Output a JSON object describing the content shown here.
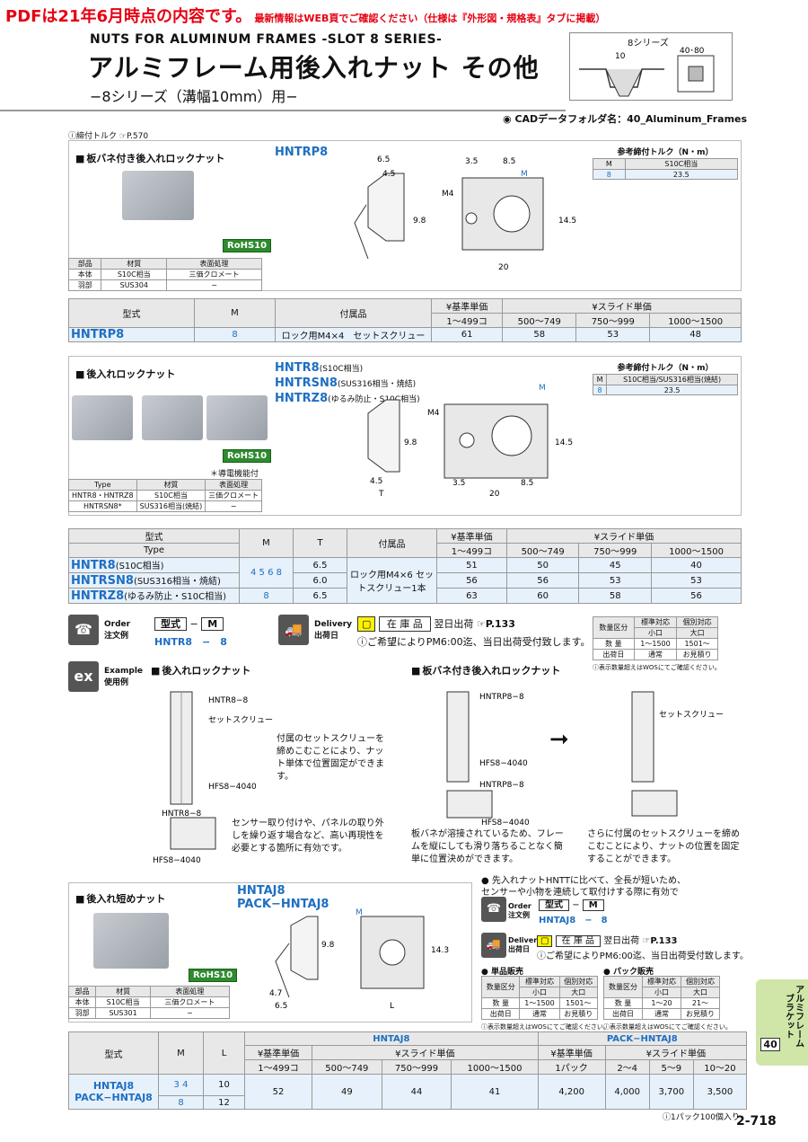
{
  "banner": {
    "big": "PDFは21年6月時点の内容です。",
    "small": "最新情報はWEB頁でご確認ください（仕様は『外形図・規格表』タブに掲載）"
  },
  "header": {
    "en": "NUTS FOR ALUMINUM FRAMES -SLOT 8 SERIES-",
    "jp": "アルミフレーム用後入れナット その他",
    "sub": "−8シリーズ（溝幅10mm）用−",
    "series_label": "8シリーズ",
    "dim1": "10",
    "dim2": "40･80"
  },
  "cad": "CADデータフォルダ名：40_Aluminum_Frames",
  "torque_note": "締付トルク",
  "torque_page": "P.570",
  "s1": {
    "title": "板バネ付き後入れロックナット",
    "pn": "HNTRP8",
    "rohs": "RoHS10",
    "mat_headers": [
      "部品",
      "材質",
      "表面処理"
    ],
    "mat_rows": [
      [
        "本体",
        "S10C相当",
        "三価クロメート"
      ],
      [
        "羽部",
        "SUS304",
        "−"
      ]
    ],
    "torque_title": "参考締付トルク（N・m）",
    "torque_headers": [
      "M",
      "S10C相当"
    ],
    "torque_row": [
      "8",
      "23.5"
    ],
    "dims": [
      "6.5",
      "4.5",
      "3.5",
      "8.5",
      "M",
      "M4",
      "9.8",
      "14.5",
      "20"
    ],
    "price_headers": [
      "型式",
      "M",
      "付属品",
      "¥基準単価",
      "¥スライド単価"
    ],
    "qty": [
      "1〜499コ",
      "500〜749",
      "750〜999",
      "1000〜1500"
    ],
    "row": [
      "HNTRP8",
      "8",
      "ロック用M4×4　セットスクリュー",
      "61",
      "58",
      "53",
      "48"
    ]
  },
  "s2": {
    "title": "後入れロックナット",
    "pn1": "HNTR8",
    "pn1n": "(S10C相当)",
    "pn2": "HNTRSN8",
    "pn2n": "(SUS316相当・焼結)",
    "pn3": "HNTRZ8",
    "pn3n": "(ゆるみ防止・S10C相当)",
    "rohs": "RoHS10",
    "note": "＊導電機能付",
    "mat_headers": [
      "Type",
      "材質",
      "表面処理"
    ],
    "mat_rows": [
      [
        "HNTR8・HNTRZ8",
        "S10C相当",
        "三価クロメート"
      ],
      [
        "HNTRSN8*",
        "SUS316相当(焼結)",
        "−"
      ]
    ],
    "torque_title": "参考締付トルク（N・m）",
    "torque_headers": [
      "M",
      "S10C相当/SUS316相当(焼結)"
    ],
    "torque_row": [
      "8",
      "23.5"
    ],
    "dims": [
      "M",
      "M4",
      "9.8",
      "14.5",
      "4.5",
      "T",
      "3.5",
      "8.5",
      "20"
    ],
    "price_headers": [
      "型式",
      "Type",
      "M",
      "T",
      "付属品",
      "¥基準単価",
      "¥スライド単価"
    ],
    "qty": [
      "1〜499コ",
      "500〜749",
      "750〜999",
      "1000〜1500"
    ],
    "m_vals": "4 5 6 8",
    "m8": "8",
    "accessory": "ロック用M4×6 セットスクリュー1本",
    "rows": [
      [
        "HNTR8",
        "(S10C相当)",
        "6.5",
        "51",
        "50",
        "45",
        "40"
      ],
      [
        "HNTRSN8",
        "(SUS316相当・焼結)",
        "6.0",
        "56",
        "56",
        "53",
        "53"
      ],
      [
        "HNTRZ8",
        "(ゆるみ防止・S10C相当)",
        "6.5",
        "63",
        "60",
        "58",
        "56"
      ]
    ]
  },
  "order": {
    "label": "Order",
    "jp": "注文例",
    "col1": "型式",
    "dash": "−",
    "col2": "M",
    "v1": "HNTR8",
    "v2": "8"
  },
  "delivery": {
    "label": "Delivery",
    "jp": "出荷日",
    "stock": "在 庫 品",
    "next": "翌日出荷",
    "page": "P.133",
    "note": "ご希望によりPM6:00迄、当日出荷受付致します。"
  },
  "qtytbl": {
    "h": [
      "数量区分",
      "標準対応",
      "個別対応"
    ],
    "h2": [
      "小口",
      "大口"
    ],
    "r1": [
      "数 量",
      "1〜1500",
      "1501〜"
    ],
    "r2": [
      "出荷日",
      "通常",
      "お見積り"
    ],
    "note": "表示数量超えはWOSにてご確認ください。"
  },
  "example": {
    "label": "Example",
    "jp": "使用例",
    "t1": "後入れロックナット",
    "t2": "板バネ付き後入れロックナット",
    "a1": "HNTR8−8",
    "a2": "セットスクリュー",
    "a3": "HFS8−4040",
    "a4": "HNTR8−8",
    "a5": "HFS8−4040",
    "d1": "付属のセットスクリューを締めこむことにより、ナット単体で位置固定ができます。",
    "d2": "センサー取り付けや、パネルの取り外しを繰り返す場合など、高い再現性を必要とする箇所に有効です。",
    "b1": "HNTRP8−8",
    "b2": "HFS8−4040",
    "b3": "HNTRP8−8",
    "b4": "HFS8−4040",
    "b5": "セットスクリュー",
    "d3": "板バネが溶接されているため、フレームを縦にしても滑り落ちることなく簡単に位置決めができます。",
    "d4": "さらに付属のセットスクリューを締めこむことにより、ナットの位置を固定することができます。"
  },
  "s3": {
    "title": "後入れ短めナット",
    "pn1": "HNTAJ8",
    "pn2": "PACK−HNTAJ8",
    "rohs": "RoHS10",
    "mat_headers": [
      "部品",
      "材質",
      "表面処理"
    ],
    "mat_rows": [
      [
        "本体",
        "S10C相当",
        "三価クロメート"
      ],
      [
        "羽部",
        "SUS301",
        "−"
      ]
    ],
    "dims": [
      "M",
      "9.8",
      "14.3",
      "4.7",
      "6.5",
      "L"
    ],
    "notes": "● 先入れナットHNTTに比べて、全長が短いため、センサーや小物を連続して取付けする際に有効です。",
    "order": {
      "col1": "型式",
      "col2": "M",
      "v1": "HNTAJ8",
      "v2": "8"
    },
    "single": "● 単品販売",
    "pack": "● パック販売",
    "pack_r1": [
      "数 量",
      "1〜20",
      "21〜"
    ],
    "price_g1": "HNTAJ8",
    "price_g2": "PACK−HNTAJ8",
    "price_headers": [
      "型式",
      "M",
      "L",
      "¥基準単価",
      "¥スライド単価",
      "¥基準単価",
      "¥スライド単価"
    ],
    "qty1": [
      "1〜499コ",
      "500〜749",
      "750〜999",
      "1000〜1500"
    ],
    "qty2": [
      "1パック",
      "2〜4",
      "5〜9",
      "10〜20"
    ],
    "row_pn": "HNTAJ8 PACK−HNTAJ8",
    "m_top": "3 4",
    "m_bot": "8",
    "l_top": "10",
    "l_bot": "12",
    "vals": [
      "52",
      "49",
      "44",
      "41",
      "4,200",
      "4,000",
      "3,700",
      "3,500"
    ],
    "pack_note": "1パック100個入り"
  },
  "side_tab": {
    "num": "40",
    "text": "アルミフレームブラケット"
  },
  "page_no": "2-718"
}
